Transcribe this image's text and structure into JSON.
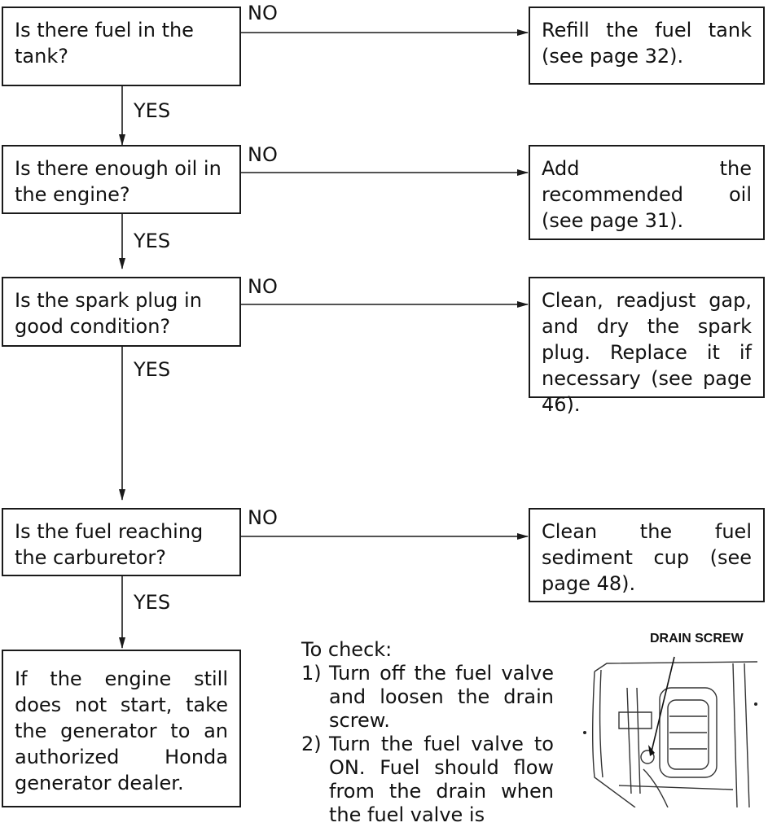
{
  "questions": [
    "Is there fuel in the tank?",
    "Is there enough oil in the engine?",
    "Is the spark plug in good condition?",
    "Is the fuel reaching the carburetor?"
  ],
  "actions": [
    "Refill the fuel tank (see page 32).",
    "Add the recommended oil (see page 31).",
    "Clean, readjust gap, and dry the spark plug. Replace it if necessary (see page 46).",
    "Clean the fuel sediment cup (see page 48)."
  ],
  "final_box": "If the engine still does not start, take the generator to an authorized Honda generator dealer.",
  "labels": {
    "no": "NO",
    "yes": "YES"
  },
  "check": {
    "title": "To check:",
    "steps": [
      {
        "num": "1)",
        "text": "Turn off the fuel valve and loosen the drain screw."
      },
      {
        "num": "2)",
        "text": "Turn the fuel valve to ON. Fuel should flow from the drain when the fuel valve is"
      }
    ]
  },
  "illustration": {
    "label": "DRAIN SCREW"
  }
}
